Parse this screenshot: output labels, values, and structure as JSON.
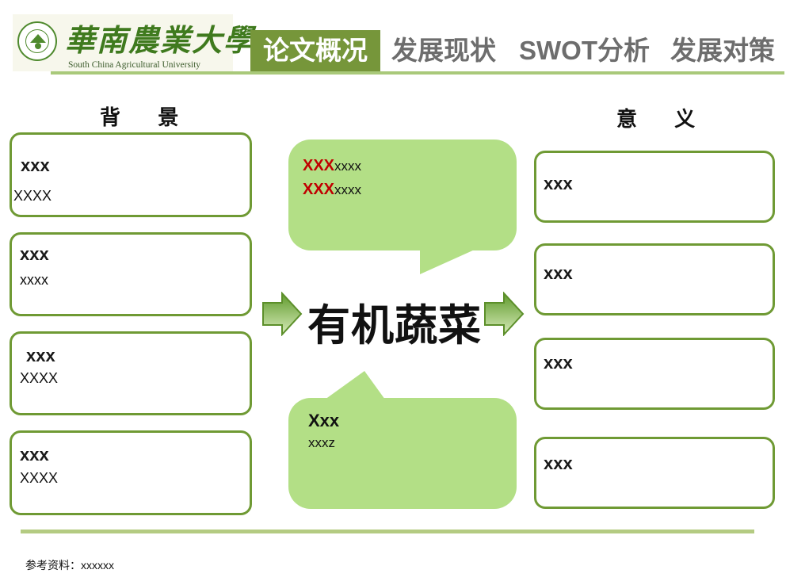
{
  "header": {
    "logo": {
      "name_cn": "華南農業大學",
      "name_en": "South China Agricultural University",
      "icon": "university-seal-icon"
    },
    "tabs": [
      {
        "label": "论文概况",
        "active": true
      },
      {
        "label": "发展现状",
        "active": false
      },
      {
        "label": "SWOT分析",
        "active": false
      },
      {
        "label": "发展对策",
        "active": false
      }
    ]
  },
  "left": {
    "title": "背 景",
    "boxes": [
      {
        "heading": "xxx",
        "text": "XXXX"
      },
      {
        "heading": "xxx",
        "text": "xxxx"
      },
      {
        "heading": "xxx",
        "text": "XXXX"
      },
      {
        "heading": "xxx",
        "text": "XXXX"
      }
    ]
  },
  "center": {
    "title": "有机蔬菜",
    "top_bubble": {
      "lines": [
        {
          "highlight": "XXX",
          "text": "xxxx"
        },
        {
          "highlight": "XXX",
          "text": "xxxx"
        }
      ]
    },
    "bottom_bubble": {
      "heading": "Xxx",
      "text": "xxxz"
    },
    "arrows": [
      "arrow-right-icon",
      "arrow-right-icon"
    ]
  },
  "right": {
    "title": "意 义",
    "boxes": [
      {
        "heading": "xxx"
      },
      {
        "heading": "xxx"
      },
      {
        "heading": "xxx"
      },
      {
        "heading": "xxx"
      }
    ]
  },
  "footer": {
    "reference": "参考资料：xxxxxx"
  },
  "colors": {
    "accent_green": "#76963a",
    "box_border": "#6f9a34",
    "bubble_fill": "#b3df86",
    "highlight_red": "#c00000",
    "inactive_tab": "#6d6d6d"
  }
}
